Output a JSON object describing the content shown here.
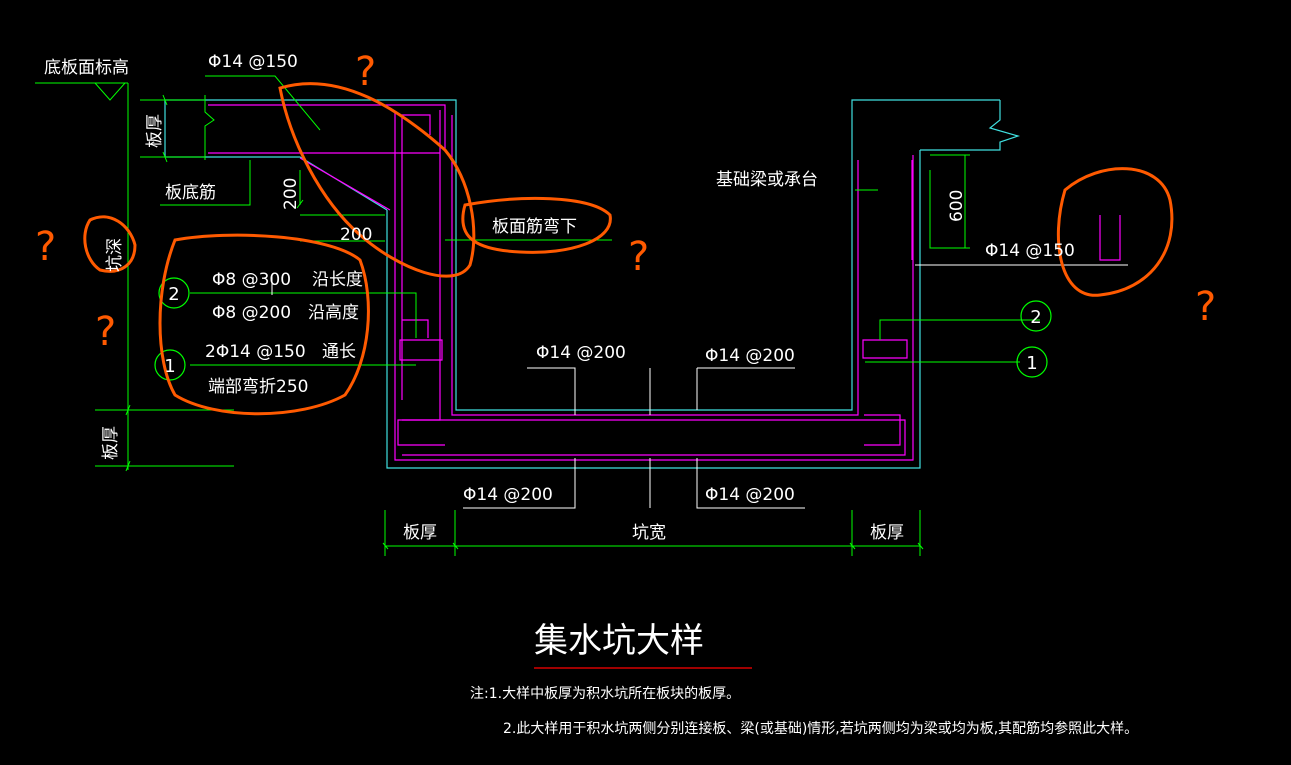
{
  "labels": {
    "floor_elev": "底板面标高",
    "top_rebar": "Φ14 @150",
    "slab_thk_top": "板厚",
    "slab_bottom_bar": "板底筋",
    "dim_200_v": "200",
    "dim_200_h": "200",
    "slab_top_bent": "板面筋弯下",
    "pit_depth": "坑深",
    "stirrup1": "Φ8 @300",
    "stirrup1_note": "沿长度",
    "stirrup2": "Φ8 @200",
    "stirrup2_note": "沿高度",
    "long_bar": "2Φ14 @150",
    "long_bar_note": "通长",
    "end_bend": "端部弯折250",
    "slab_thk_left": "板厚",
    "bottom_inner_left": "Φ14 @200",
    "bottom_inner_right": "Φ14 @200",
    "bottom_outer_left": "Φ14 @200",
    "bottom_outer_right": "Φ14 @200",
    "dim_slab_left": "板厚",
    "dim_pit_width": "坑宽",
    "dim_slab_right": "板厚",
    "beam_label": "基础梁或承台",
    "dim_600": "600",
    "right_rebar": "Φ14 @150",
    "marker_1": "1",
    "marker_2": "2",
    "q1": "?",
    "q2": "?",
    "q3": "?",
    "q4": "?",
    "q5": "?",
    "title": "集水坑大样",
    "note1": "注:1.大样中板厚为积水坑所在板块的板厚。",
    "note2": "2.此大样用于积水坑两侧分别连接板、梁(或基础)情形,若坑两侧均为梁或均为板,其配筋均参照此大样。"
  },
  "colors": {
    "background": "#000000",
    "text": "#ffffff",
    "rebar": "#ff00ff",
    "concrete": "#40e0e0",
    "dimension": "#00ff00",
    "annotation_orange": "#ff5a00",
    "title_underline": "#ff0000",
    "marker": "#00ff00"
  }
}
